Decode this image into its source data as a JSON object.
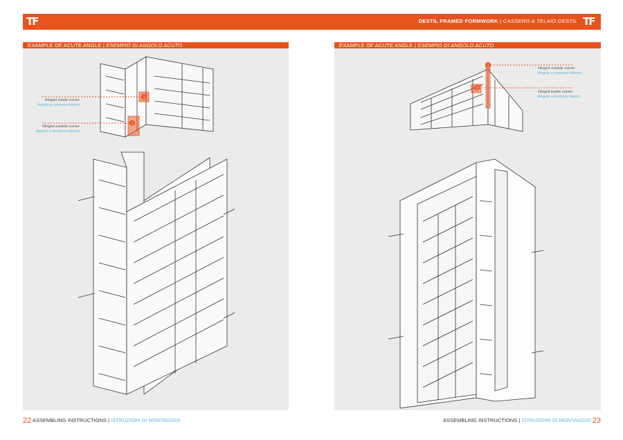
{
  "header": {
    "logo_text": "TF",
    "title_bold": "DESTIL FRAMED FORMWORK",
    "separator": "|",
    "title_italic": "CASSERO A TELAIO DESTIL"
  },
  "left_page": {
    "section_en": "EXAMPLE OF ACUTE ANGLE",
    "section_it": "ESEMPIO DI ANGOLO ACUTO",
    "callouts": [
      {
        "marker": "1",
        "en": "Hinged inside corner",
        "it": "Angolo a cerniera interno"
      },
      {
        "marker": "2",
        "en": "Hinged outside corner",
        "it": "Angolo a cerniera esterno"
      }
    ],
    "footer": {
      "page_number": "22",
      "en": "ASSEMBLING INSTRUCTIONS",
      "it": "ISTRUZIONI DI MONTAGGIO"
    }
  },
  "right_page": {
    "section_en": "EXAMPLE OF ACUTE ANGLE",
    "section_it": "ESEMPIO DI ANGOLO ACUTO",
    "callouts": [
      {
        "marker": "1",
        "en": "Hinged outside corner",
        "it": "Angolo a cerniera esterno"
      },
      {
        "marker": "2",
        "en": "Hinged inside corner",
        "it": "Angolo a cerniera interno"
      }
    ],
    "footer": {
      "page_number": "23",
      "en": "ASSEMBLING INSTRUCTIONS",
      "it": "ISTRUZIONI DI MONTAGGIO"
    }
  },
  "colors": {
    "accent": "#e8521d",
    "italian_text": "#55b8de",
    "panel_bg": "#ebebeb"
  }
}
